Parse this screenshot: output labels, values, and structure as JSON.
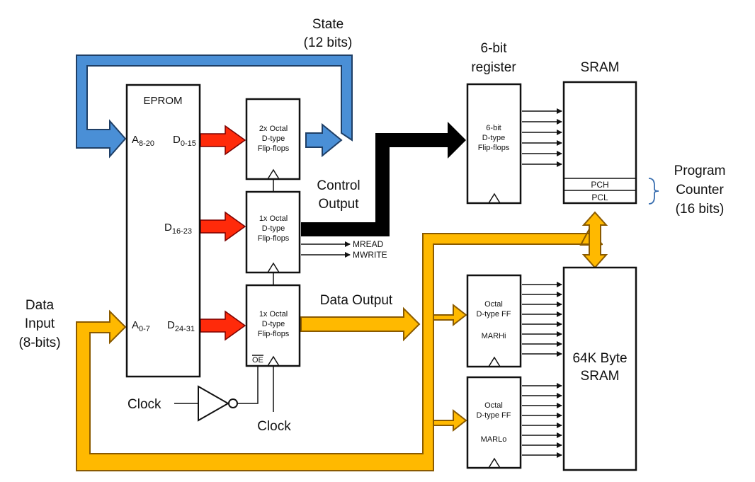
{
  "labels": {
    "state_line1": "State",
    "state_line2": "(12 bits)",
    "reg6_title_line1": "6-bit",
    "reg6_title_line2": "register",
    "sram_title": "SRAM",
    "pc_line1": "Program",
    "pc_line2": "Counter",
    "pc_line3": "(16 bits)",
    "control_line1": "Control",
    "control_line2": "Output",
    "data_output": "Data Output",
    "data_input_line1": "Data",
    "data_input_line2": "Input",
    "data_input_line3": "(8-bits)",
    "clock_inverter": "Clock",
    "clock_bottom": "Clock",
    "mread": "MREAD",
    "mwrite": "MWRITE"
  },
  "eprom": {
    "title": "EPROM",
    "a_high_main": "A",
    "a_high_sub": "8-20",
    "a_low_main": "A",
    "a_low_sub": "0-7",
    "d0_main": "D",
    "d0_sub": "0-15",
    "d16_main": "D",
    "d16_sub": "16-23",
    "d24_main": "D",
    "d24_sub": "24-31"
  },
  "flipflops": {
    "top": [
      "2x Octal",
      "D-type",
      "Flip-flops"
    ],
    "middle": [
      "1x Octal",
      "D-type",
      "Flip-flops"
    ],
    "bottom": [
      "1x Octal",
      "D-type",
      "Flip-flops"
    ],
    "oe": "OE"
  },
  "reg6": [
    "6-bit",
    "D-type",
    "Flip-flops"
  ],
  "sram": {
    "pch": "PCH",
    "pcl": "PCL"
  },
  "marhi": [
    "Octal",
    "D-type FF",
    "MARHi"
  ],
  "marlo": [
    "Octal",
    "D-type FF",
    "MARLo"
  ],
  "sram64k": [
    "64K Byte",
    "SRAM"
  ],
  "colors": {
    "blue_bus": "#4a8fd6",
    "yellow_bus": "#ffb900",
    "red_arrow": "#ff2a0a",
    "black_bus": "#000000"
  }
}
